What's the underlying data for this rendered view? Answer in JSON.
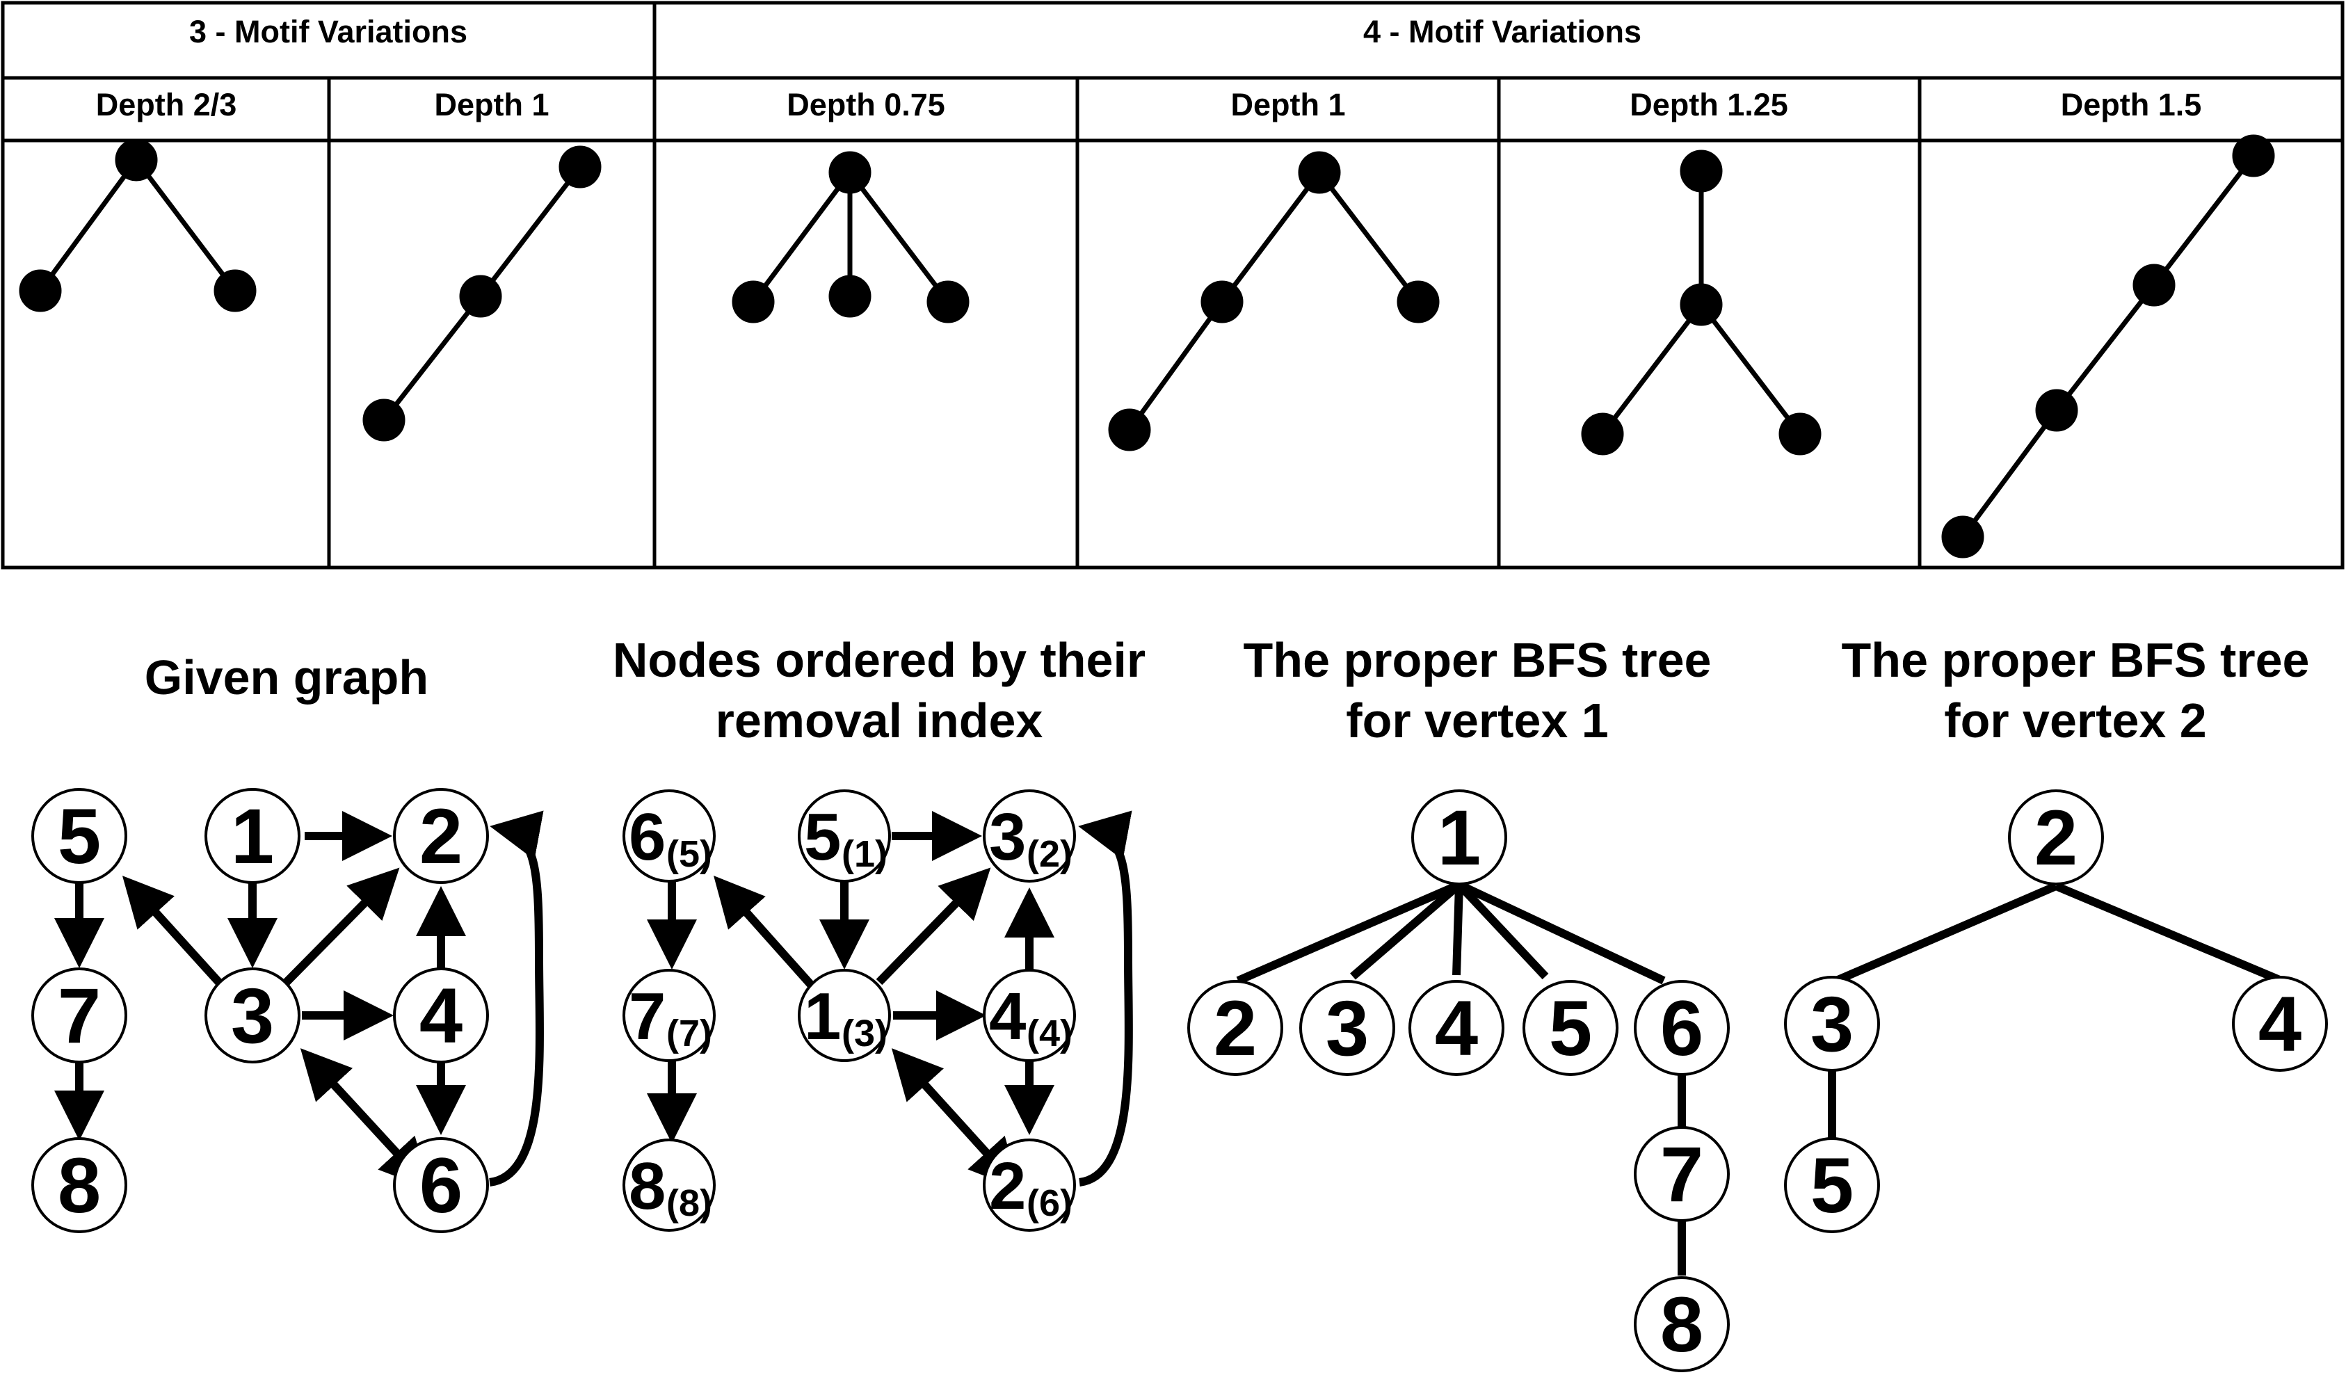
{
  "top_table": {
    "group_headers": [
      "3 - Motif Variations",
      "4 - Motif Variations"
    ],
    "column_headers": [
      "Depth 2/3",
      "Depth 1",
      "Depth 0.75",
      "Depth 1",
      "Depth 1.25",
      "Depth 1.5"
    ]
  },
  "panels": {
    "given_graph": {
      "title_lines": [
        "Given graph"
      ],
      "node_labels": [
        "5",
        "1",
        "2",
        "7",
        "3",
        "4",
        "8",
        "6"
      ]
    },
    "removal_order": {
      "title_lines": [
        "Nodes ordered by their",
        "removal index"
      ],
      "nodes": [
        {
          "main": "6",
          "sub": "(5)"
        },
        {
          "main": "5",
          "sub": "(1)"
        },
        {
          "main": "3",
          "sub": "(2)"
        },
        {
          "main": "7",
          "sub": "(7)"
        },
        {
          "main": "1",
          "sub": "(3)"
        },
        {
          "main": "4",
          "sub": "(4)"
        },
        {
          "main": "8",
          "sub": "(8)"
        },
        {
          "main": "2",
          "sub": "(6)"
        }
      ]
    },
    "bfs_vertex_1": {
      "title_lines": [
        "The proper BFS tree",
        "for vertex 1"
      ],
      "node_labels": [
        "1",
        "2",
        "3",
        "4",
        "5",
        "6",
        "7",
        "8"
      ]
    },
    "bfs_vertex_2": {
      "title_lines": [
        "The proper BFS tree",
        "for vertex 2"
      ],
      "node_labels": [
        "2",
        "3",
        "4",
        "5"
      ]
    }
  }
}
